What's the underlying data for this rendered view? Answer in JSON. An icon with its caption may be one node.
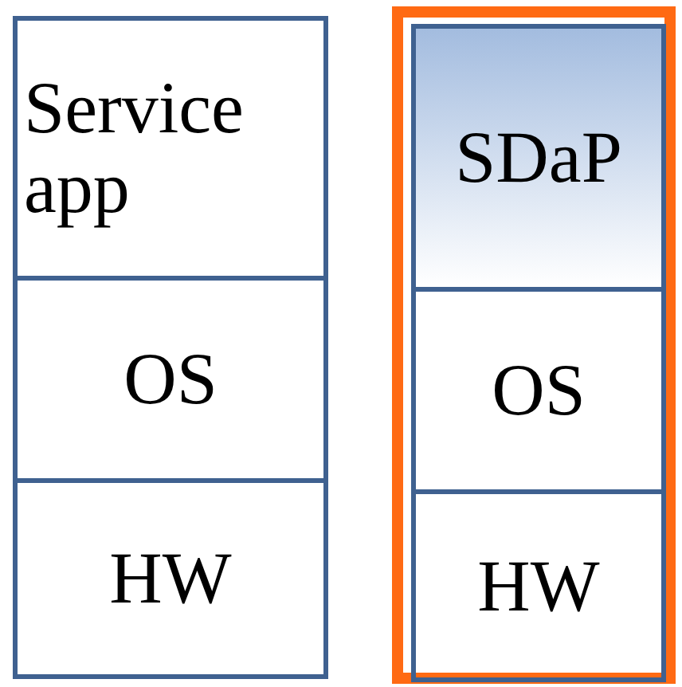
{
  "diagram": {
    "nodes": [
      {
        "text": [
          "Service app"
        ]
      },
      {
        "text": [
          "OS"
        ]
      },
      {
        "text": [
          "HW"
        ]
      },
      {
        "text": [],
        "shape": "box"
      },
      {
        "text": [
          "SDaP"
        ],
        "in": 3
      },
      {
        "text": [
          "OS"
        ],
        "in": 3
      },
      {
        "text": [
          "HW"
        ],
        "in": 3
      }
    ]
  }
}
